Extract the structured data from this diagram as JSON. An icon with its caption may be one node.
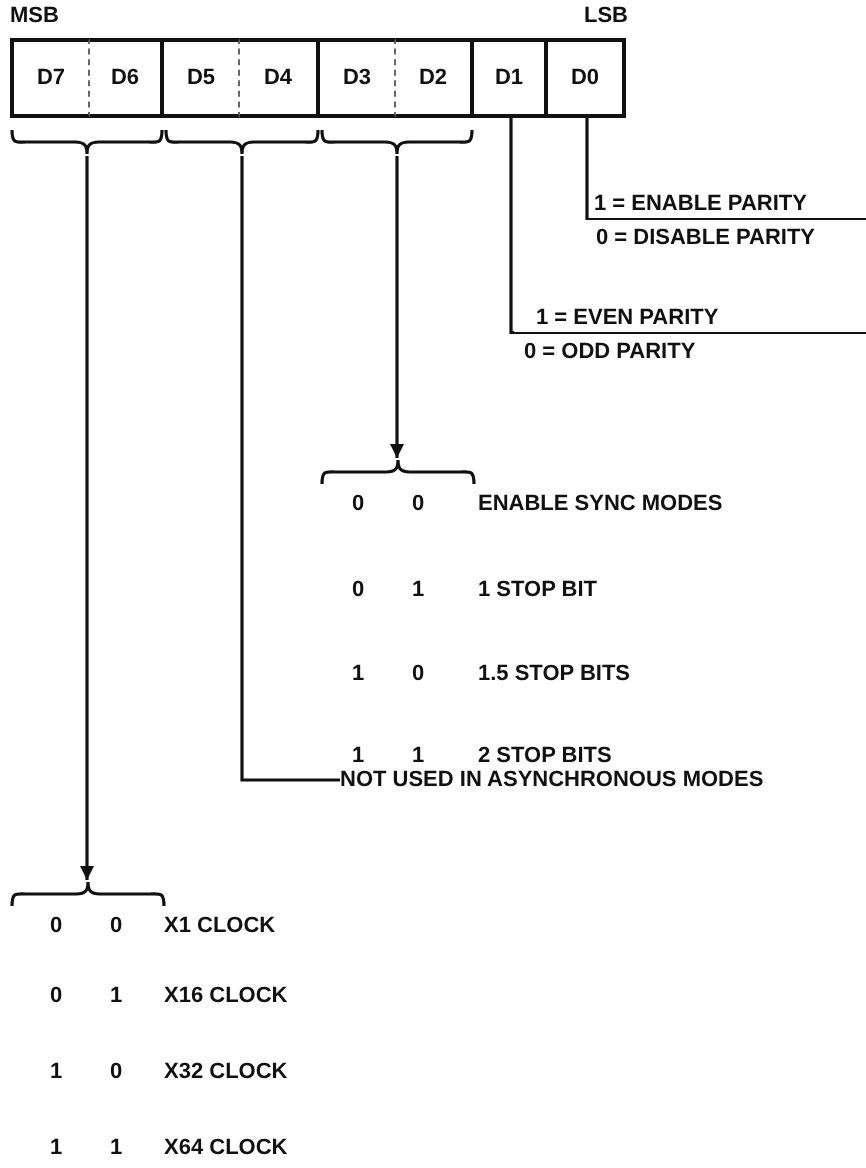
{
  "diagram": {
    "nodes": [
      {
        "text": [
          "D7"
        ]
      },
      {
        "text": [
          "D6"
        ]
      },
      {
        "text": [
          "D5"
        ]
      },
      {
        "text": [
          "D4"
        ]
      },
      {
        "text": [
          "D3"
        ]
      },
      {
        "text": [
          "D2"
        ]
      },
      {
        "text": [
          "D1"
        ]
      },
      {
        "text": [
          "D0"
        ]
      },
      {
        "text": [],
        "shape": "brace"
      },
      {
        "text": [],
        "shape": "brace"
      },
      {
        "text": [],
        "shape": "brace"
      },
      {
        "text": [
          "1 = ENABLE PARITY",
          "0 = DISABLE PARITY"
        ]
      },
      {
        "text": [
          "1 = EVEN PARITY",
          "0 = ODD PARITY"
        ]
      },
      {
        "text": [],
        "shape": "brace"
      },
      {
        "text": [
          "NOT USED IN ASYNCHRONOUS MODES"
        ]
      },
      {
        "text": [],
        "shape": "brace"
      }
    ],
    "edges": [
      {
        "from": 7,
        "to": 11,
        "arrow": "none"
      },
      {
        "from": 6,
        "to": 12,
        "arrow": "none"
      },
      {
        "from": 10,
        "to": 13,
        "arrow": "to"
      },
      {
        "from": 9,
        "to": 14,
        "arrow": "none"
      },
      {
        "from": 8,
        "to": 15,
        "arrow": "to"
      }
    ],
    "labels": [
      "MSB",
      "LSB",
      "0",
      "0",
      "ENABLE SYNC MODES",
      "0",
      "1",
      "1 STOP BIT",
      "1",
      "0",
      "1.5 STOP BITS",
      "1",
      "1",
      "2 STOP BITS",
      "0",
      "0",
      "X1 CLOCK",
      "0",
      "1",
      "X16 CLOCK",
      "1",
      "0",
      "X32 CLOCK",
      "1",
      "1",
      "X64 CLOCK"
    ]
  }
}
